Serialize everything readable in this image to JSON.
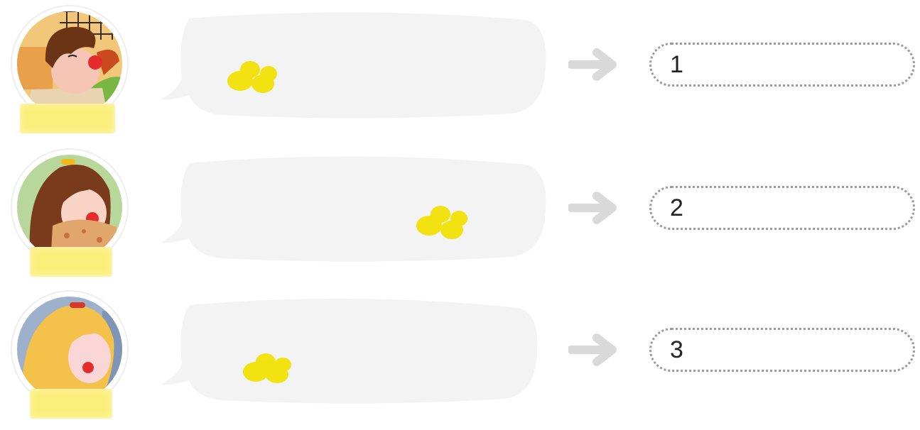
{
  "colors": {
    "bubble_fill": "#f2f3f2",
    "tape_fill": "#fbef7c",
    "scribble": "#f2e205",
    "arrow": "#d9d9d9",
    "field_border": "#9a9a9a"
  },
  "rows": [
    {
      "avatar_icon": "boy-eating-icon",
      "answer_number": "1"
    },
    {
      "avatar_icon": "girl-eating-icon",
      "answer_number": "2"
    },
    {
      "avatar_icon": "blonde-girl-icon",
      "answer_number": "3"
    }
  ]
}
